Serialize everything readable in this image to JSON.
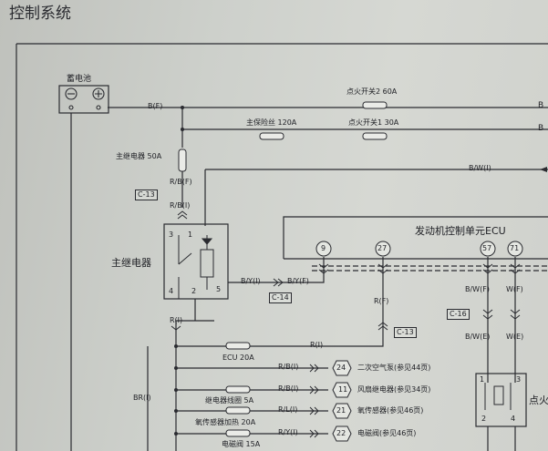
{
  "page": {
    "title": "控制系统"
  },
  "battery": {
    "label": "蓄电池"
  },
  "wires": {
    "bf": "B(F)",
    "bwi": "B/W(I)",
    "rbf": "R/B(F)",
    "rbi": "R/B(I)",
    "byi_a": "B/Y(I)",
    "byi_b": "B/Y(F)",
    "ri_main": "R(I)",
    "rf": "R(F)",
    "ri_ecu": "R(I)",
    "br_i": "BR(I)",
    "bwf": "B/W(F)",
    "wf": "W(F)",
    "bwe": "B/W(E)",
    "we": "W(E)",
    "rbi_a": "R/B(I)",
    "rbi_b": "R/B(I)",
    "rli": "R/L(I)",
    "ryi": "R/Y(I)"
  },
  "fuses": {
    "ign2": "点火开关2 60A",
    "ign1": "点火开关1 30A",
    "main": "主保险丝 120A",
    "main_relay": "主继电器 50A",
    "ecu": "ECU 20A",
    "relay_coil": "继电器线圈 5A",
    "o2_heater": "氧传感器加热 20A",
    "solenoid": "电磁阀 15A"
  },
  "connectors": {
    "c13a": "C-13",
    "c14": "C-14",
    "c13b": "C-13",
    "c16": "C-16"
  },
  "relay": {
    "label": "主继电器",
    "pin3": "3",
    "pin1": "1",
    "pin4": "4",
    "pin2": "2",
    "pin5": "5"
  },
  "ecu": {
    "label": "发动机控制单元ECU",
    "pin9": "9",
    "pin27": "27",
    "pin57": "57",
    "pin71": "71"
  },
  "outputs": {
    "p24": "24",
    "d24": "二次空气泵(参见44页)",
    "p11": "11",
    "d11": "风扇继电器(参见34页)",
    "p21": "21",
    "d21": "氧传感器(参见46页)",
    "p22": "22",
    "d22": "电磁阀(参见46页)"
  },
  "right_edge": {
    "b1": "B",
    "b2": "B",
    "dian": "点火"
  },
  "ign_relay": {
    "pin1": "1",
    "pin3": "3",
    "pin2": "2",
    "pin4": "4"
  }
}
